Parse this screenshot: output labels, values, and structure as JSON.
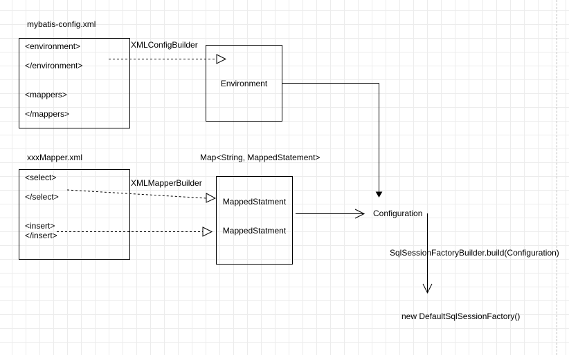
{
  "config_file": {
    "title": "mybatis-config.xml",
    "lines": [
      "<environment>",
      "</environment>",
      "<mappers>",
      "</mappers>"
    ]
  },
  "mapper_file": {
    "title": "xxxMapper.xml",
    "lines": [
      "<select>",
      "</select>",
      "<insert>",
      "</insert>"
    ]
  },
  "builders": {
    "config_builder": "XMLConfigBuilder",
    "mapper_builder": "XMLMapperBuilder"
  },
  "environment": {
    "label": "Environment"
  },
  "mapped": {
    "caption": "Map<String, MappedStatement>",
    "items": [
      "MappedStatment",
      "MappedStatment"
    ]
  },
  "configuration": {
    "label": "Configuration"
  },
  "factory_builder": {
    "label": "SqlSessionFactoryBuilder.build(Configuration)"
  },
  "factory": {
    "label": "new DefaultSqlSessionFactory()"
  }
}
